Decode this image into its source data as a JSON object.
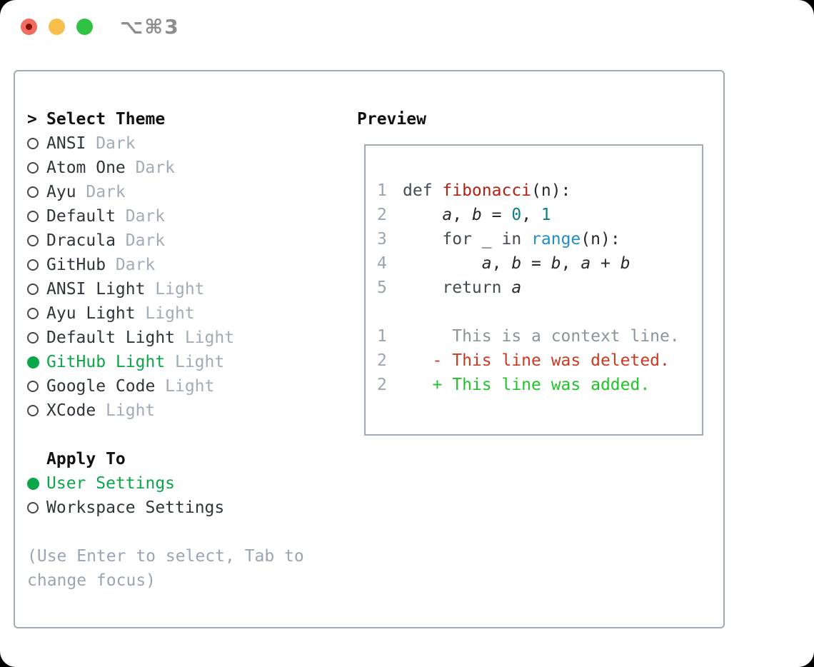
{
  "titlebar": {
    "shortcut": "⌥⌘3"
  },
  "theme_panel": {
    "header": {
      "prompt": ">",
      "title": "Select Theme"
    },
    "themes": [
      {
        "name": "ANSI",
        "variant": "Dark",
        "selected": false
      },
      {
        "name": "Atom One",
        "variant": "Dark",
        "selected": false
      },
      {
        "name": "Ayu",
        "variant": "Dark",
        "selected": false
      },
      {
        "name": "Default",
        "variant": "Dark",
        "selected": false
      },
      {
        "name": "Dracula",
        "variant": "Dark",
        "selected": false
      },
      {
        "name": "GitHub",
        "variant": "Dark",
        "selected": false
      },
      {
        "name": "ANSI Light",
        "variant": "Light",
        "selected": false
      },
      {
        "name": "Ayu Light",
        "variant": "Light",
        "selected": false
      },
      {
        "name": "Default Light",
        "variant": "Light",
        "selected": false
      },
      {
        "name": "GitHub Light",
        "variant": "Light",
        "selected": true
      },
      {
        "name": "Google Code",
        "variant": "Light",
        "selected": false
      },
      {
        "name": "XCode",
        "variant": "Light",
        "selected": false
      }
    ],
    "apply_to": {
      "title": "Apply To",
      "options": [
        {
          "name": "User Settings",
          "selected": true
        },
        {
          "name": "Workspace Settings",
          "selected": false
        }
      ]
    },
    "help_text": "(Use Enter to select, Tab to change focus)"
  },
  "preview": {
    "title": "Preview",
    "code_lines": [
      {
        "num": "1",
        "segments": [
          [
            "keyword",
            "def "
          ],
          [
            "function",
            "fibonacci"
          ],
          [
            "plain",
            "(n):"
          ]
        ]
      },
      {
        "num": "2",
        "segments": [
          [
            "plain",
            "    "
          ],
          [
            "variable",
            "a"
          ],
          [
            "plain",
            ", "
          ],
          [
            "variable",
            "b"
          ],
          [
            "plain",
            " = "
          ],
          [
            "number",
            "0"
          ],
          [
            "plain",
            ", "
          ],
          [
            "number",
            "1"
          ]
        ]
      },
      {
        "num": "3",
        "segments": [
          [
            "plain",
            "    "
          ],
          [
            "keyword",
            "for"
          ],
          [
            "plain",
            " _ "
          ],
          [
            "keyword",
            "in"
          ],
          [
            "plain",
            " "
          ],
          [
            "builtin",
            "range"
          ],
          [
            "plain",
            "(n):"
          ]
        ]
      },
      {
        "num": "4",
        "segments": [
          [
            "plain",
            "        "
          ],
          [
            "variable",
            "a"
          ],
          [
            "plain",
            ", "
          ],
          [
            "variable",
            "b"
          ],
          [
            "plain",
            " = "
          ],
          [
            "variable",
            "b"
          ],
          [
            "plain",
            ", "
          ],
          [
            "variable",
            "a"
          ],
          [
            "plain",
            " + "
          ],
          [
            "variable",
            "b"
          ]
        ]
      },
      {
        "num": "5",
        "segments": [
          [
            "plain",
            "    "
          ],
          [
            "keyword",
            "return "
          ],
          [
            "variable",
            "a"
          ]
        ]
      },
      {
        "num": "",
        "segments": []
      },
      {
        "num": "1",
        "segments": [
          [
            "context",
            "     This is a context line."
          ]
        ]
      },
      {
        "num": "2",
        "segments": [
          [
            "deleted",
            "   - This line was deleted."
          ]
        ]
      },
      {
        "num": "2",
        "segments": [
          [
            "added",
            "   + This line was added."
          ]
        ]
      }
    ]
  },
  "colors": {
    "accent_green": "#0aa648",
    "suffix_gray": "#a2abb8",
    "text_dark": "#2f353b",
    "help_gray": "#9aa5b3",
    "panel_border": "#a2aab4",
    "lineno_gray": "#9aa5b1",
    "code_plain": "#24292e",
    "code_keyword": "#424a52",
    "code_function": "#b32114",
    "code_number": "#0d7e83",
    "code_builtin": "#1d8fc6",
    "diff_context": "#8b949e",
    "diff_deleted": "#c93a21",
    "diff_added": "#1fc427",
    "tl_red": "#f16b5e",
    "tl_red_dot": "#7e0f06",
    "tl_yellow": "#f6bf4c",
    "tl_green": "#30c242",
    "shortcut_gray": "#8d8d8d"
  }
}
